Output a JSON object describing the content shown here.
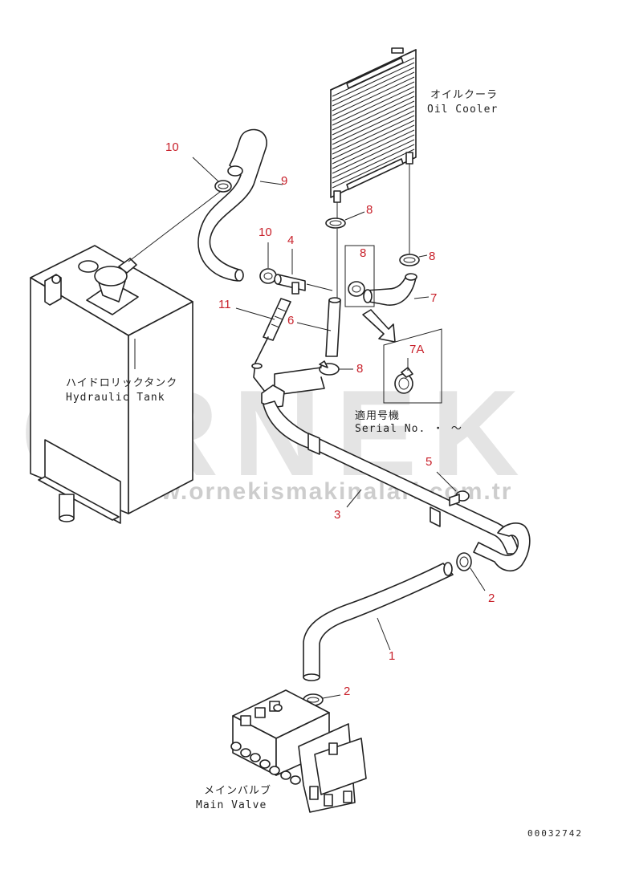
{
  "labels": {
    "oil_cooler_jp": "オイルクーラ",
    "oil_cooler_en": "Oil Cooler",
    "hydraulic_tank_jp": "ハイドロリックタンク",
    "hydraulic_tank_en": "Hydraulic Tank",
    "serial_jp": "適用号機",
    "serial_en": "Serial No.  ・ ～",
    "main_valve_jp": "メインバルブ",
    "main_valve_en": "Main Valve",
    "drawing_number": "00032742"
  },
  "callouts": [
    {
      "id": "c1",
      "text": "1"
    },
    {
      "id": "c2a",
      "text": "2"
    },
    {
      "id": "c2b",
      "text": "2"
    },
    {
      "id": "c3",
      "text": "3"
    },
    {
      "id": "c4",
      "text": "4"
    },
    {
      "id": "c5",
      "text": "5"
    },
    {
      "id": "c6",
      "text": "6"
    },
    {
      "id": "c7",
      "text": "7"
    },
    {
      "id": "c7a",
      "text": "7A"
    },
    {
      "id": "c8a",
      "text": "8"
    },
    {
      "id": "c8b",
      "text": "8"
    },
    {
      "id": "c8c",
      "text": "8"
    },
    {
      "id": "c8d",
      "text": "8"
    },
    {
      "id": "c9",
      "text": "9"
    },
    {
      "id": "c10a",
      "text": "10"
    },
    {
      "id": "c10b",
      "text": "10"
    },
    {
      "id": "c11",
      "text": "11"
    }
  ],
  "watermark": {
    "brand": "ORNEK",
    "url": "www.ornekismakinalari.com.tr"
  },
  "colors": {
    "callout": "#c8202a",
    "line": "#222222",
    "watermark": "#cfcfcf"
  }
}
